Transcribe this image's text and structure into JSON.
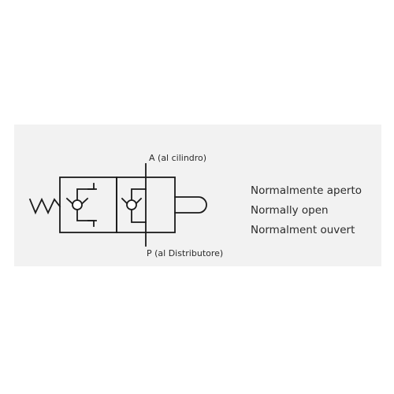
{
  "diagram": {
    "port_a_label": "A (al cilindro)",
    "port_p_label": "P (al Distributore)",
    "description_lines": [
      "Normalmente aperto",
      "Normally open",
      "Normalment ouvert"
    ],
    "line_color": "#1a1a1a",
    "background_color": "#f2f2f2",
    "symbol_type": "2-position check valve, normally open, spring return, plunger actuated"
  }
}
